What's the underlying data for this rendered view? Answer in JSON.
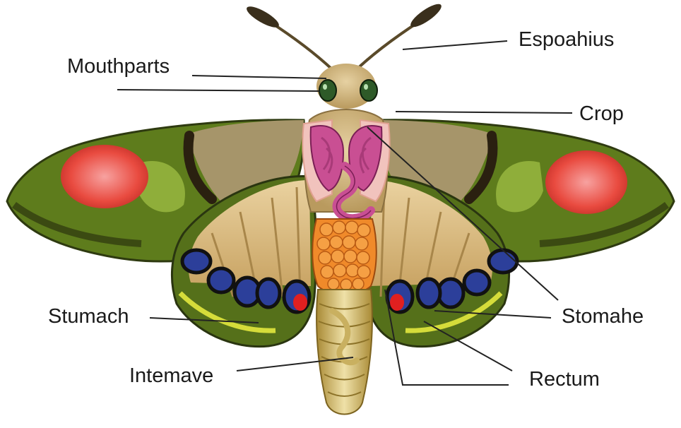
{
  "diagram": {
    "labels": {
      "mouthparts": "Mouthparts",
      "espoahius": "Espoahius",
      "crop": "Crop",
      "stumach": "Stumach",
      "stomahe": "Stomahe",
      "intemave": "Intemave",
      "rectum": "Rectum"
    }
  },
  "colors": {
    "wing_green": "#5f7d1e",
    "wing_tan": "#d9b97a",
    "wing_red": "#e8453c",
    "eyespot_blue": "#2c3f9a",
    "crop_pink": "#c94f93",
    "gut_orange": "#f08a2a",
    "abdomen_gold": "#c7a848",
    "leader_line": "#222222"
  }
}
